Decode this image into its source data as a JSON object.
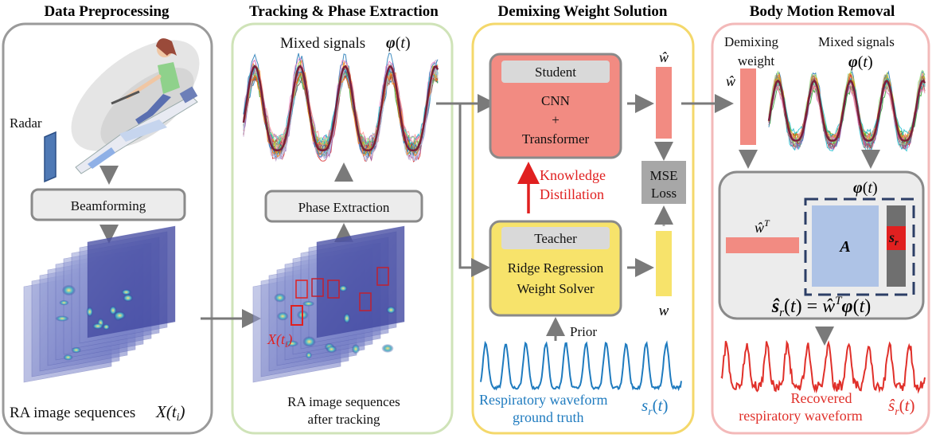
{
  "sections": {
    "preprocessing_title": "Data Preprocessing",
    "tracking_title": "Tracking & Phase Extraction",
    "demixing_title": "Demixing Weight Solution",
    "removal_title": "Body Motion Removal"
  },
  "preprocessing": {
    "radar_label": "Radar",
    "beamforming_label": "Beamforming",
    "ra_sequences_label": "RA image sequences"
  },
  "tracking": {
    "mixed_signals_label": "Mixed signals",
    "phase_extraction_label": "Phase Extraction",
    "roi_label": "X(t_i)",
    "caption_line1": "RA image sequences",
    "caption_line2": "after tracking"
  },
  "demixing": {
    "student_label": "Student",
    "student_line1": "CNN",
    "student_line2": "+",
    "student_line3": "Transformer",
    "kd_line1": "Knowledge",
    "kd_line2": "Distillation",
    "teacher_label": "Teacher",
    "teacher_line1": "Ridge Regression",
    "teacher_line2": "Weight Solver",
    "mse_line1": "MSE",
    "mse_line2": "Loss",
    "w_hat": "ŵ",
    "w": "w",
    "prior_label": "Prior",
    "gt_line1": "Respiratory waveform",
    "gt_line2": "ground truth"
  },
  "removal": {
    "demixing_weight_line1": "Demixing",
    "demixing_weight_line2": "weight",
    "mixed_signals_label": "Mixed signals",
    "matrix_label": "A",
    "s_r": "s",
    "equation": "ŝ_r(t) = ŵ^T φ(t)",
    "recovered_line1": "Recovered",
    "recovered_line2": "respiratory waveform"
  },
  "colors": {
    "section1_border": "#9a9a9a",
    "section2_border": "#cfe3b8",
    "section3_border": "#f4d86b",
    "section4_border": "#f3b9b9",
    "student_fill": "#f28b82",
    "teacher_fill": "#f7e36b",
    "arrow_gray": "#7a7a7a",
    "kd_red": "#e02020",
    "respiratory_blue": "#1f7bbf",
    "recovered_red": "#e0302a",
    "matrix_fill": "#aec3e6"
  }
}
